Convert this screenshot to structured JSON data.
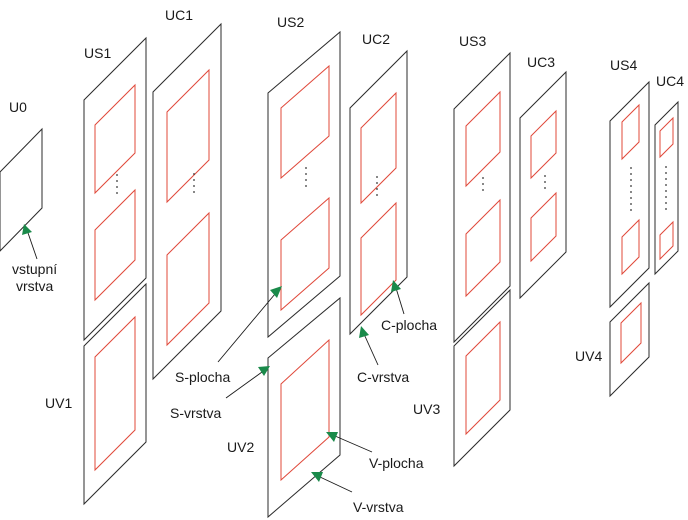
{
  "labels": {
    "U0": "U0",
    "US1": "US1",
    "UC1": "UC1",
    "UV1": "UV1",
    "US2": "US2",
    "UC2": "UC2",
    "UV2": "UV2",
    "US3": "US3",
    "UC3": "UC3",
    "UV3": "UV3",
    "US4": "US4",
    "UC4": "UC4",
    "UV4": "UV4"
  },
  "annotations": {
    "vstupni_line1": "vstupní",
    "vstupni_line2": "vrstva",
    "s_plocha": "S-plocha",
    "s_vrstva": "S-vrstva",
    "c_plocha": "C-plocha",
    "c_vrstva": "C-vrstva",
    "v_plocha": "V-plocha",
    "v_vrstva": "V-vrstva"
  },
  "colors": {
    "frame": "#2b2b2b",
    "plane": "#e0483a",
    "arrow_head": "#1a8a4a"
  }
}
